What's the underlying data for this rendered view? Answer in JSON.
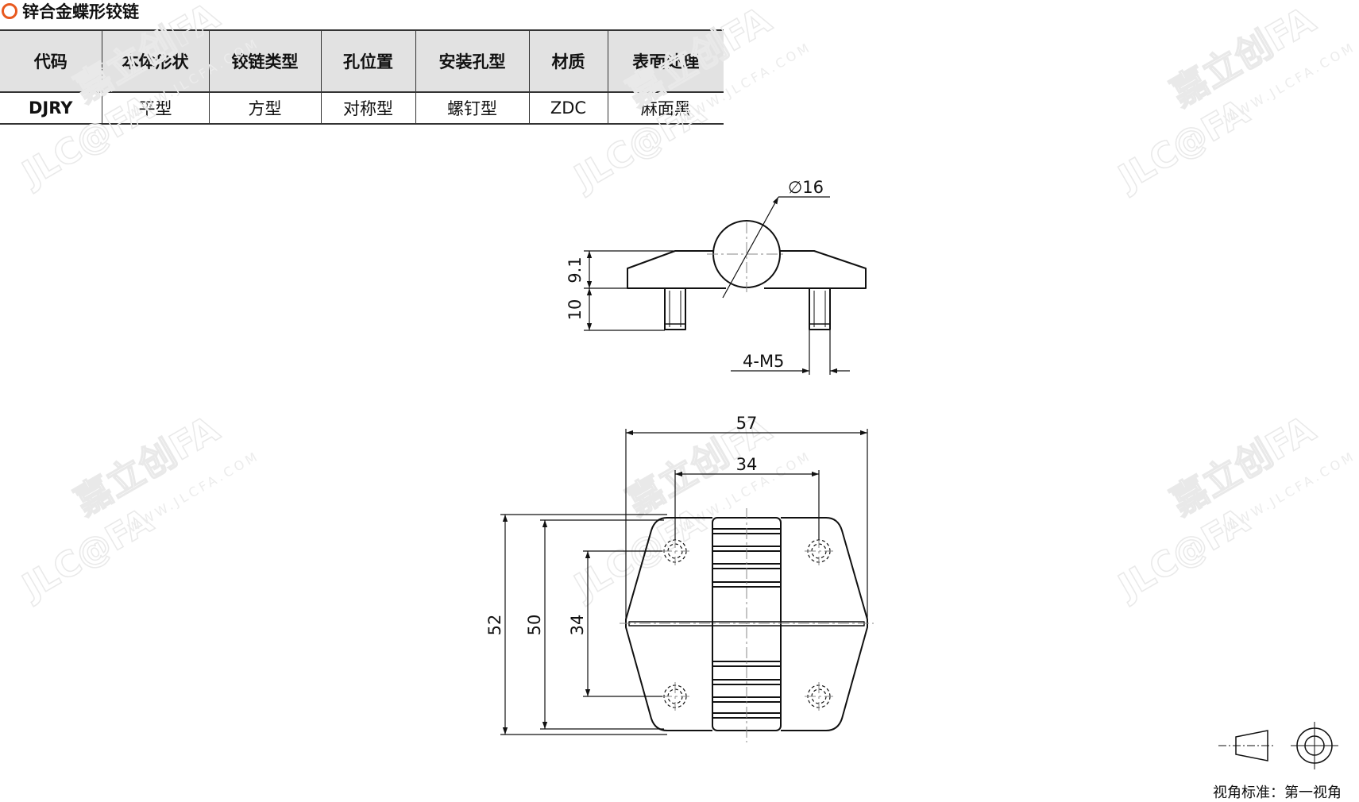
{
  "title": "锌合金蝶形铰链",
  "watermark": {
    "brand": "嘉立创FA",
    "logo": "JLC@FA",
    "url": "WWW.JLCFA.COM"
  },
  "table": {
    "headers": [
      "代码",
      "本体形状",
      "铰链类型",
      "孔位置",
      "安装孔型",
      "材质",
      "表面处理"
    ],
    "row": [
      "DJRY",
      "平型",
      "方型",
      "对称型",
      "螺钉型",
      "ZDC",
      "麻面黑"
    ]
  },
  "dimensions": {
    "diameter": "∅16",
    "height_upper": "9.1",
    "height_lower": "10",
    "thread": "4-M5",
    "width_total": "57",
    "width_holes": "34",
    "height_total": "52",
    "height_body": "50",
    "height_holes": "34"
  },
  "view_standard": "视角标准：第一视角",
  "colors": {
    "accent": "#e8591f",
    "code": "#2a6fb0",
    "header_bg": "#e2e2e2"
  }
}
